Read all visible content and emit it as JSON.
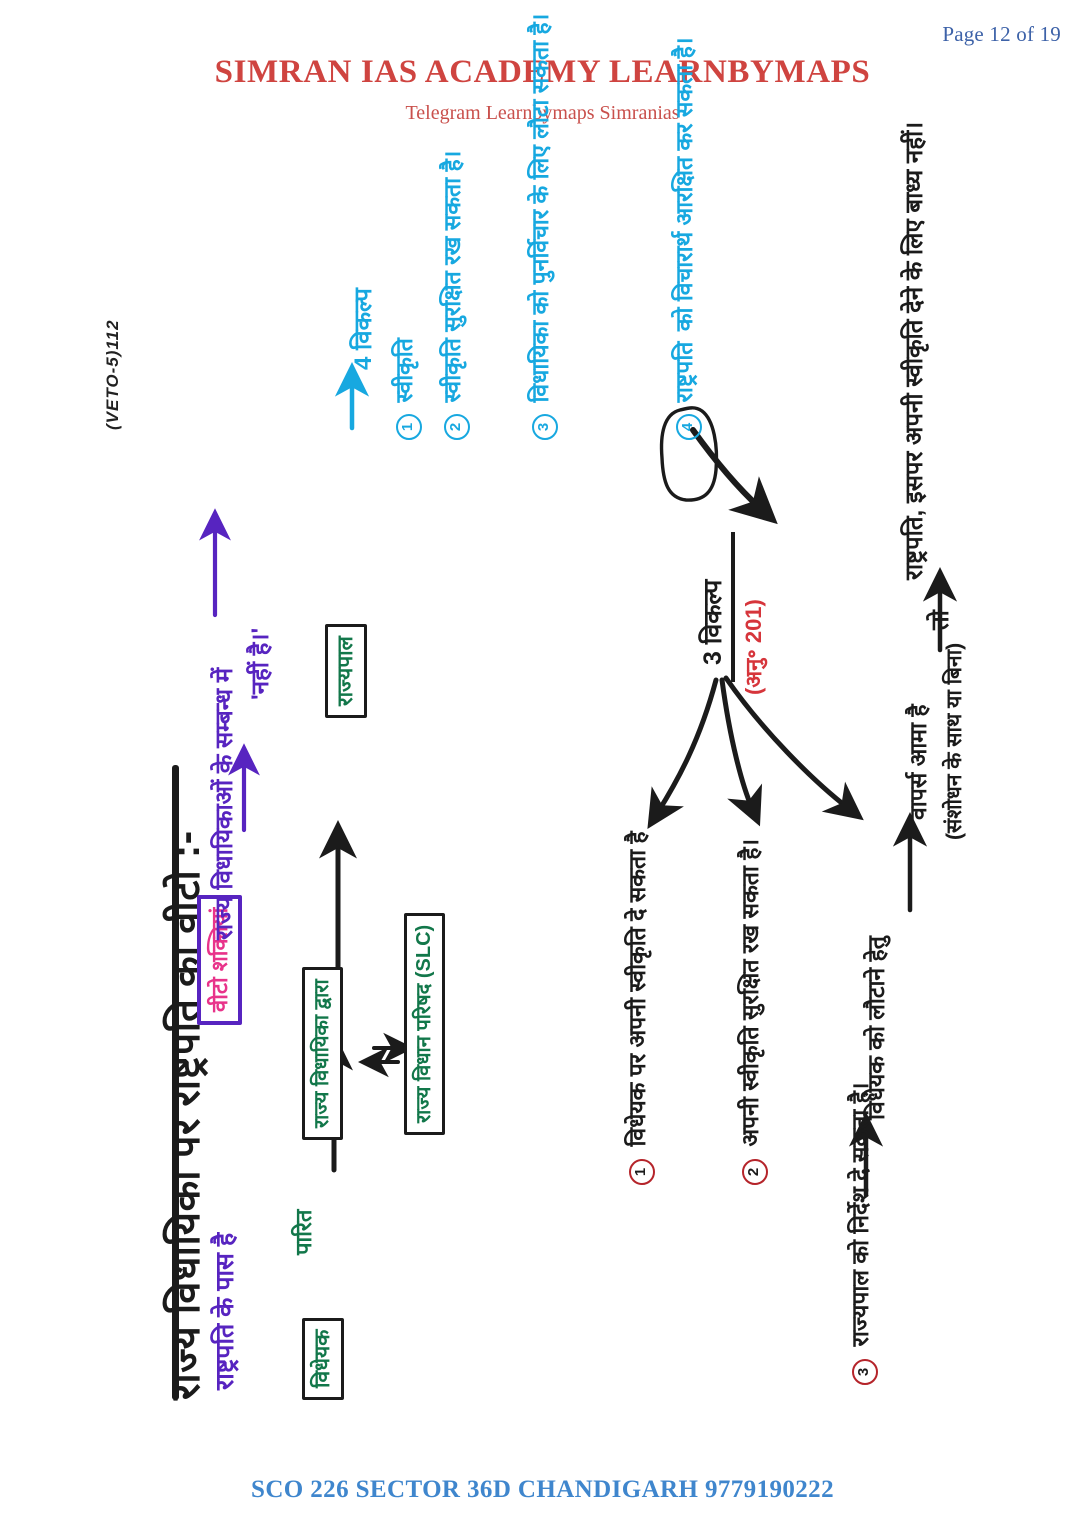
{
  "header": {
    "page_number": "Page 12 of 19",
    "academy_title": "SIMRAN IAS ACADEMY LEARNBYMAPS",
    "academy_subtitle": "Telegram Learnbymaps Simranias",
    "title_color": "#cf4440",
    "page_number_color": "#3d62a8"
  },
  "footer": {
    "address": "SCO 226 SECTOR 36D CHANDIGARH 9779190222",
    "color": "#3f86cd"
  },
  "notes": {
    "corner_tag": "(VETO-5)112",
    "main_title": "राज्य विधायिका पर राष्ट्रपति का वीटो :-",
    "intro": {
      "line1": "राष्ट्रपति के पास है",
      "boxed_term": "वीटो शक्तियां",
      "line2": "राज्य विधायिकाओं के सम्बन्ध में",
      "line3": "'नहीं है।'"
    },
    "flow": {
      "bill_box": "विधेयक",
      "passed_label": "पारित",
      "assembly_box": "राज्य विधायिका द्वारा",
      "council_box": "राज्य विधान परिषद (SLC)",
      "governor_box": "राज्यपाल"
    },
    "governor_options": {
      "heading": "4 विकल्प",
      "items": [
        {
          "n": "1",
          "text": "स्वीकृति"
        },
        {
          "n": "2",
          "text": "स्वीकृति सुरक्षित रख सकता है।"
        },
        {
          "n": "3",
          "text": "विधायिका को पुनर्विचार के लिए लौटा सकता है।"
        },
        {
          "n": "4",
          "text": "को विचारार्थ आरक्षित कर सकता है।",
          "circled_word": "राष्ट्रपति"
        }
      ]
    },
    "president_options": {
      "heading": "3 विकल्प",
      "article": "(अनु॰ 201)",
      "items": [
        {
          "n": "1",
          "text": "विधेयक पर अपनी स्वीकृति दे सकता है"
        },
        {
          "n": "2",
          "text": "अपनी स्वीकृति सुरक्षित रख सकता है।"
        },
        {
          "n": "3",
          "text": "राज्यपाल को निर्देश दे सकता है।"
        }
      ],
      "return_label": "विधेयक को लौटाने हेतु"
    },
    "right_notes": {
      "timeframe": "वापर्स आमा है",
      "timeframe_paren": "(संशोधन के साथ या बिना)",
      "then_label": "तो",
      "conclusion": "राष्ट्रपति, इसपर अपनी स्वीकृति देने के लिए बाध्य नहीं।"
    }
  }
}
